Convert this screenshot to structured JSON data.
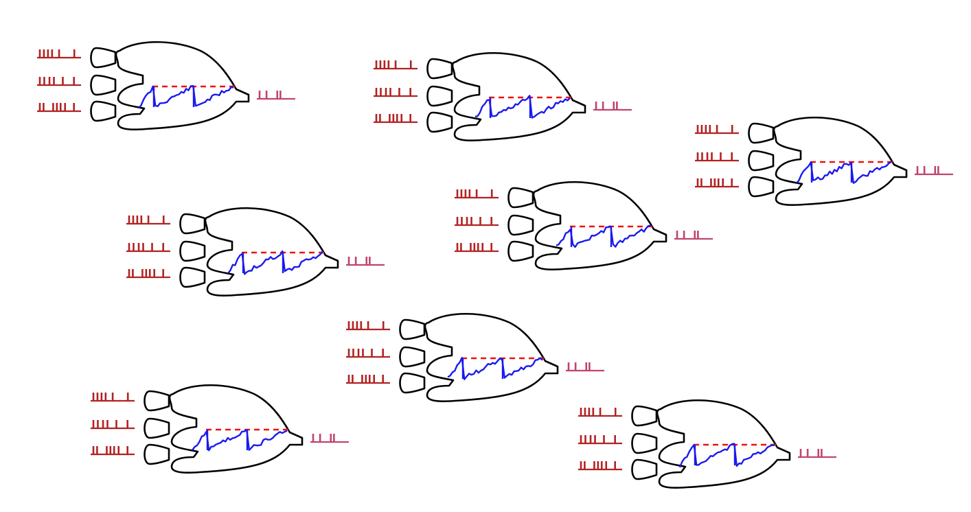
{
  "colors": {
    "background": "#ffffff",
    "outline": "#000000",
    "input_spikes": "#b22222",
    "output_spikes": "#c0446e",
    "membrane_potential": "#1a1aee",
    "threshold": "#ee1111"
  },
  "diagram": {
    "description_items": [
      "neuron",
      "input-spike-train",
      "output-spike-train",
      "membrane-potential",
      "threshold"
    ],
    "neuron_count": 8,
    "input_spike_trains": [
      {
        "name": "input-1",
        "spike_times": [
          0.0,
          0.11,
          0.22,
          0.33,
          0.52,
          0.93
        ]
      },
      {
        "name": "input-2",
        "spike_times": [
          0.0,
          0.12,
          0.26,
          0.38,
          0.62,
          0.92
        ]
      },
      {
        "name": "input-3",
        "spike_times": [
          0.0,
          0.1,
          0.36,
          0.46,
          0.56,
          0.68,
          0.92
        ]
      }
    ],
    "output_spike_train": {
      "name": "output",
      "spike_times": [
        0.0,
        0.22,
        0.56,
        0.66
      ]
    },
    "threshold_level": 1.0,
    "potential_trace": "stochastic-ramp-with-reset"
  }
}
